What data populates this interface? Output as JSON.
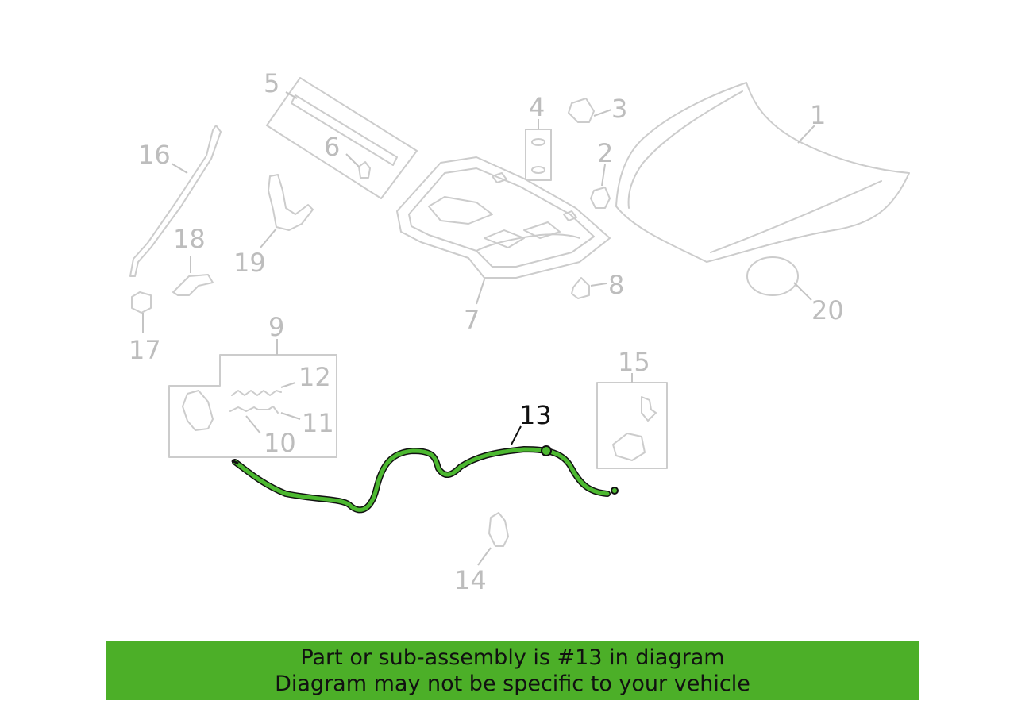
{
  "callouts": {
    "c1": "1",
    "c2": "2",
    "c3": "3",
    "c4": "4",
    "c5": "5",
    "c6": "6",
    "c7": "7",
    "c8": "8",
    "c9": "9",
    "c10": "10",
    "c11": "11",
    "c12": "12",
    "c13": "13",
    "c14": "14",
    "c15": "15",
    "c16": "16",
    "c17": "17",
    "c18": "18",
    "c19": "19",
    "c20": "20"
  },
  "highlighted_part": "13",
  "colors": {
    "highlight": "#4cb830",
    "banner": "#4caf28",
    "parts": "#cccccc"
  },
  "banner": {
    "line1": "Part or sub-assembly is #13 in diagram",
    "line2": "Diagram may not be specific to your vehicle"
  }
}
